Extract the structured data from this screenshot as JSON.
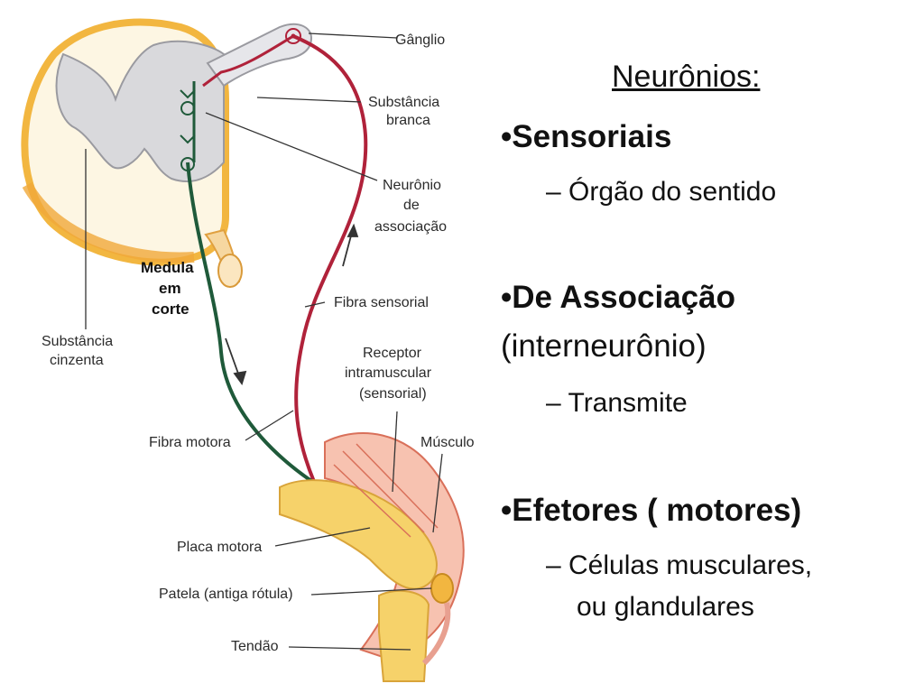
{
  "slide": {
    "title": "Neurônios:",
    "bullets": [
      {
        "label": "•Sensoriais",
        "sub": [
          "– Órgão do sentido"
        ]
      },
      {
        "label": "•De Associação",
        "label2": "(interneurônio)",
        "sub": [
          "– Transmite"
        ]
      },
      {
        "label": "•Efetores ( motores)",
        "sub": [
          "– Células musculares,",
          "ou glandulares"
        ]
      }
    ]
  },
  "diagram": {
    "labels": {
      "ganglio": "Gânglio",
      "substancia_branca_1": "Substância",
      "substancia_branca_2": "branca",
      "neuronio_1": "Neurônio",
      "neuronio_2": "de",
      "neuronio_3": "associação",
      "medula_1": "Medula",
      "medula_2": "em",
      "medula_3": "corte",
      "fibra_sensorial": "Fibra sensorial",
      "substancia_cinzenta_1": "Substância",
      "substancia_cinzenta_2": "cinzenta",
      "receptor_1": "Receptor",
      "receptor_2": "intramuscular",
      "receptor_3": "(sensorial)",
      "fibra_motora": "Fibra motora",
      "musculo": "Músculo",
      "placa_motora": "Placa motora",
      "patela": "Patela (antiga rótula)",
      "tendao": "Tendão"
    },
    "colors": {
      "sensory_fiber": "#b0223a",
      "motor_fiber": "#1f5a3a",
      "white_matter": "#fdf6e3",
      "gray_matter": "#d9d9dc",
      "cord_edge": "#f2b640",
      "muscle": "#f3a58f",
      "bone": "#f6d26a"
    }
  }
}
